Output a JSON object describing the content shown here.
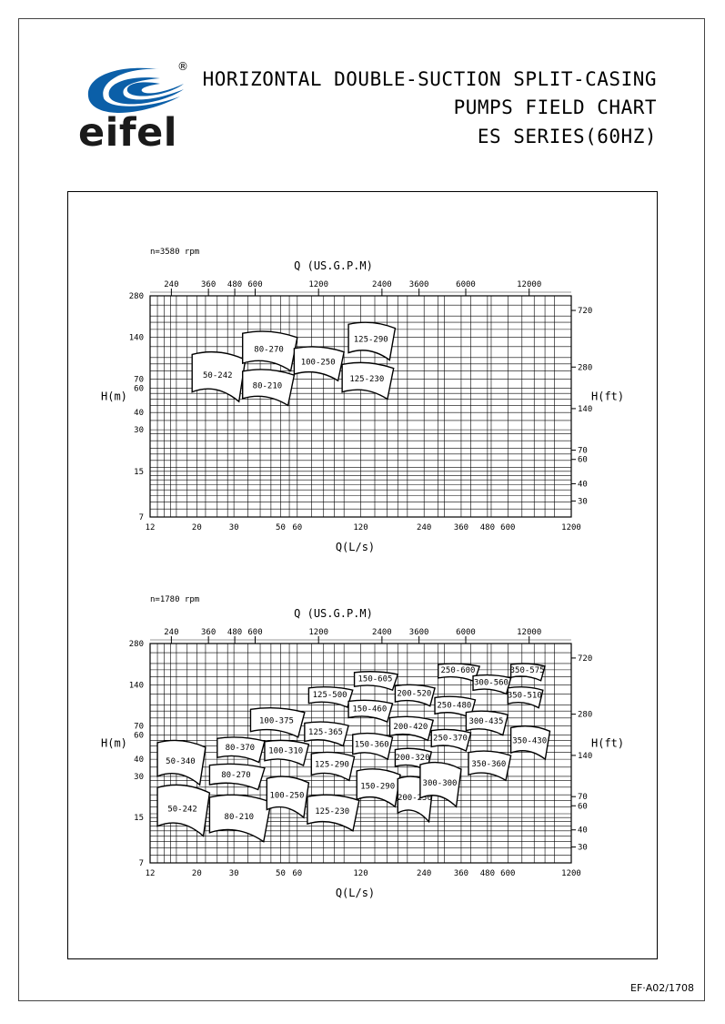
{
  "brand": {
    "name": "eifel",
    "registered": "®"
  },
  "header": {
    "title_line1": "HORIZONTAL DOUBLE-SUCTION SPLIT-CASING",
    "title_line2": "PUMPS FIELD CHART",
    "title_line3": "ES SERIES(60HZ)"
  },
  "footer": {
    "code": "EF·A02/1708"
  },
  "colors": {
    "ink": "#000000",
    "brand_blue": "#0b5fa8",
    "logo_text": "#1a1a1a"
  },
  "chart_data": [
    {
      "type": "pump-field-chart",
      "speed_label": "n=3580 rpm",
      "top_axis_label": "Q (US.G.P.M)",
      "top_ticks": [
        "240",
        "360",
        "480",
        "600",
        "1200",
        "2400",
        "3600",
        "6000",
        "12000"
      ],
      "x_ticks": [
        "12",
        "20",
        "30",
        "50",
        "60",
        "120",
        "240",
        "360",
        "480",
        "600",
        "1200"
      ],
      "x_label": "Q(L/s)",
      "left_ticks": [
        "7",
        "15",
        "30",
        "40",
        "60",
        "70",
        "140",
        "280"
      ],
      "left_label": "H(m)",
      "right_ticks": [
        "30",
        "40",
        "60",
        "70",
        "140",
        "280",
        "720"
      ],
      "right_label": "H(ft)",
      "xlim": [
        12,
        1200
      ],
      "ylim": [
        7,
        280
      ],
      "scale": "log-log",
      "grid": true,
      "regions": [
        {
          "label": "50-242",
          "q": [
            19,
            34
          ],
          "h": [
            48,
            110
          ]
        },
        {
          "label": "80-270",
          "q": [
            33,
            60
          ],
          "h": [
            80,
            155
          ]
        },
        {
          "label": "80-210",
          "q": [
            33,
            58
          ],
          "h": [
            45,
            82
          ]
        },
        {
          "label": "100-250",
          "q": [
            58,
            100
          ],
          "h": [
            68,
            120
          ]
        },
        {
          "label": "125-290",
          "q": [
            105,
            175
          ],
          "h": [
            96,
            180
          ]
        },
        {
          "label": "125-230",
          "q": [
            98,
            172
          ],
          "h": [
            50,
            92
          ]
        }
      ]
    },
    {
      "type": "pump-field-chart",
      "speed_label": "n=1780 rpm",
      "top_axis_label": "Q (US.G.P.M)",
      "top_ticks": [
        "240",
        "360",
        "480",
        "600",
        "1200",
        "2400",
        "3600",
        "6000",
        "12000"
      ],
      "x_ticks": [
        "12",
        "20",
        "30",
        "50",
        "60",
        "120",
        "240",
        "360",
        "480",
        "600",
        "1200"
      ],
      "x_label": "Q(L/s)",
      "left_ticks": [
        "7",
        "15",
        "30",
        "40",
        "60",
        "70",
        "140",
        "280"
      ],
      "left_label": "H(m)",
      "right_ticks": [
        "30",
        "40",
        "60",
        "70",
        "140",
        "280",
        "720"
      ],
      "right_label": "H(ft)",
      "xlim": [
        12,
        1200
      ],
      "ylim": [
        7,
        280
      ],
      "scale": "log-log",
      "grid": true,
      "regions": [
        {
          "label": "50-340",
          "q": [
            13,
            22
          ],
          "h": [
            26,
            55
          ]
        },
        {
          "label": "50-242",
          "q": [
            13,
            23
          ],
          "h": [
            11,
            26
          ]
        },
        {
          "label": "80-370",
          "q": [
            25,
            42
          ],
          "h": [
            38,
            58
          ]
        },
        {
          "label": "80-270",
          "q": [
            23,
            42
          ],
          "h": [
            24,
            37
          ]
        },
        {
          "label": "80-210",
          "q": [
            23,
            45
          ],
          "h": [
            10,
            22
          ]
        },
        {
          "label": "100-375",
          "q": [
            36,
            65
          ],
          "h": [
            58,
            95
          ]
        },
        {
          "label": "100-310",
          "q": [
            42,
            68
          ],
          "h": [
            36,
            55
          ]
        },
        {
          "label": "100-250",
          "q": [
            43,
            68
          ],
          "h": [
            15,
            30
          ]
        },
        {
          "label": "125-500",
          "q": [
            68,
            110
          ],
          "h": [
            96,
            135
          ]
        },
        {
          "label": "125-365",
          "q": [
            65,
            105
          ],
          "h": [
            50,
            75
          ]
        },
        {
          "label": "125-290",
          "q": [
            70,
            112
          ],
          "h": [
            28,
            45
          ]
        },
        {
          "label": "125-230",
          "q": [
            67,
            118
          ],
          "h": [
            12,
            22
          ]
        },
        {
          "label": "150-605",
          "q": [
            112,
            180
          ],
          "h": [
            128,
            175
          ]
        },
        {
          "label": "150-460",
          "q": [
            105,
            170
          ],
          "h": [
            75,
            108
          ]
        },
        {
          "label": "150-360",
          "q": [
            110,
            170
          ],
          "h": [
            40,
            62
          ]
        },
        {
          "label": "150-290",
          "q": [
            115,
            185
          ],
          "h": [
            18,
            34
          ]
        },
        {
          "label": "200-520",
          "q": [
            175,
            270
          ],
          "h": [
            98,
            140
          ]
        },
        {
          "label": "200-420",
          "q": [
            165,
            265
          ],
          "h": [
            55,
            82
          ]
        },
        {
          "label": "200-320",
          "q": [
            175,
            260
          ],
          "h": [
            33,
            48
          ]
        },
        {
          "label": "200-250",
          "q": [
            180,
            265
          ],
          "h": [
            14,
            30
          ]
        },
        {
          "label": "250-600",
          "q": [
            280,
            440
          ],
          "h": [
            148,
            200
          ]
        },
        {
          "label": "250-480",
          "q": [
            270,
            420
          ],
          "h": [
            80,
            115
          ]
        },
        {
          "label": "250-370",
          "q": [
            260,
            400
          ],
          "h": [
            46,
            66
          ]
        },
        {
          "label": "300-300",
          "q": [
            230,
            360
          ],
          "h": [
            18,
            38
          ]
        },
        {
          "label": "300-560",
          "q": [
            410,
            620
          ],
          "h": [
            120,
            165
          ]
        },
        {
          "label": "300-435",
          "q": [
            380,
            600
          ],
          "h": [
            60,
            90
          ]
        },
        {
          "label": "350-575",
          "q": [
            620,
            900
          ],
          "h": [
            150,
            200
          ]
        },
        {
          "label": "350-510",
          "q": [
            600,
            880
          ],
          "h": [
            95,
            135
          ]
        },
        {
          "label": "350-360",
          "q": [
            390,
            620
          ],
          "h": [
            28,
            46
          ]
        },
        {
          "label": "350-430",
          "q": [
            620,
            950
          ],
          "h": [
            40,
            70
          ]
        }
      ]
    }
  ]
}
